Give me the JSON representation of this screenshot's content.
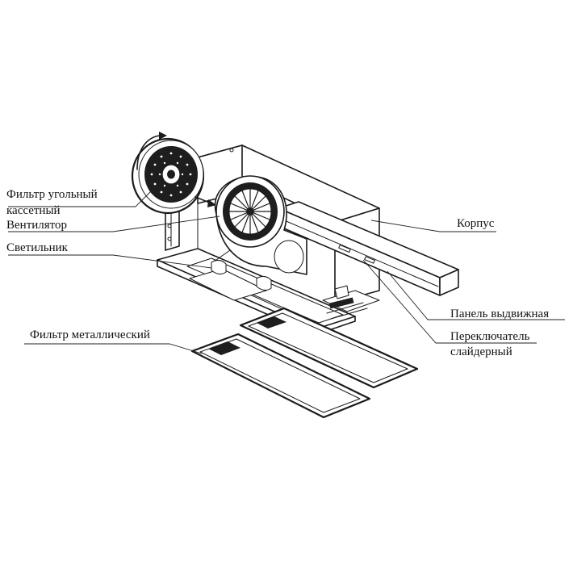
{
  "labels": {
    "filter_carbon_line1": "Фильтр угольный",
    "filter_carbon_line2": "кассетный",
    "fan": "Вентилятор",
    "light": "Светильник",
    "filter_metal": "Фильтр металлический",
    "body": "Корпус",
    "panel": "Панель выдвижная",
    "switch_line1": "Переключатель",
    "switch_line2": "слайдерный"
  },
  "colors": {
    "line": "#1a1a1a",
    "background": "#ffffff",
    "dark_fill": "#1e1e1e"
  }
}
